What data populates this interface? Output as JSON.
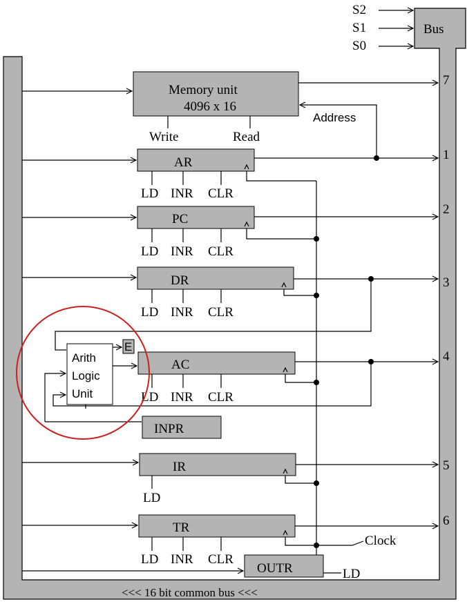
{
  "selects": {
    "s2": "S2",
    "s1": "S1",
    "s0": "S0"
  },
  "bus": {
    "label": "Bus",
    "caption": "<<< 16 bit common bus <<<"
  },
  "memory": {
    "title": "Memory unit",
    "size": "4096 x 16",
    "write": "Write",
    "read": "Read",
    "address": "Address",
    "bus_index": "7"
  },
  "registers": {
    "ar": {
      "name": "AR",
      "bus_index": "1"
    },
    "pc": {
      "name": "PC",
      "bus_index": "2"
    },
    "dr": {
      "name": "DR",
      "bus_index": "3"
    },
    "ac": {
      "name": "AC",
      "bus_index": "4"
    },
    "ir": {
      "name": "IR",
      "bus_index": "5"
    },
    "tr": {
      "name": "TR",
      "bus_index": "6"
    },
    "inpr": {
      "name": "INPR"
    },
    "outr": {
      "name": "OUTR"
    }
  },
  "controls": {
    "ld": "LD",
    "inr": "INR",
    "clr": "CLR"
  },
  "alu": {
    "line1": "Arith",
    "line2": "Logic",
    "line3": "Unit",
    "e": "E"
  },
  "clock": "Clock",
  "highlight_color": "#cc1f1f"
}
